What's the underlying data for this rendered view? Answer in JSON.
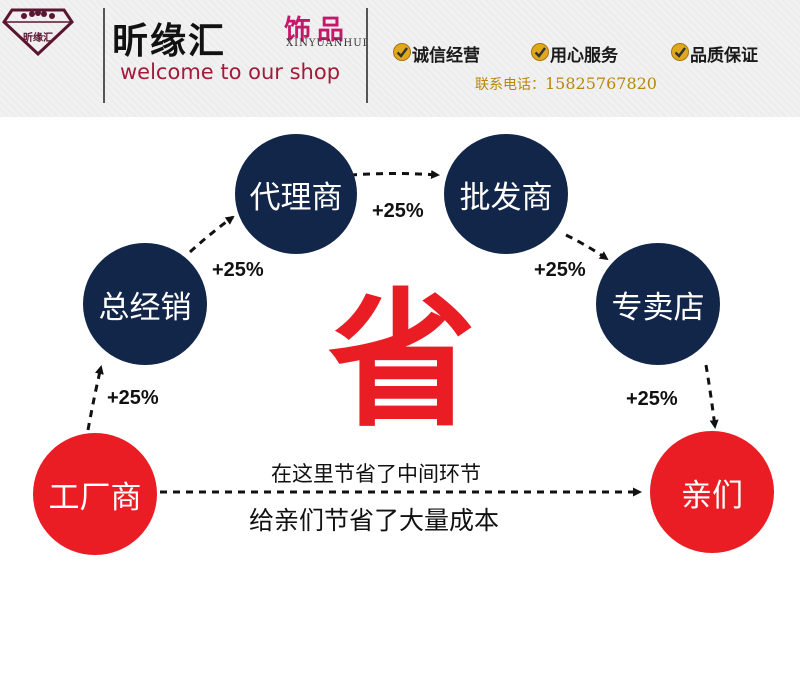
{
  "header": {
    "logo_text": "昕缘汇",
    "brand_name": "昕缘汇",
    "brand_sub_cn": "饰品",
    "brand_pinyin": "XINYUANHUI",
    "welcome": "welcome to our shop",
    "features": [
      {
        "icon": "gold-check-badge-icon",
        "label": "诚信经营"
      },
      {
        "icon": "gold-check-badge-icon",
        "label": "用心服务"
      },
      {
        "icon": "gold-check-badge-icon",
        "label": "品质保证"
      }
    ],
    "contact_label": "联系电话：",
    "contact_phone": "15825767820"
  },
  "diagram": {
    "nodes": {
      "factory": "工厂商",
      "general_distributor": "总经销",
      "agent": "代理商",
      "wholesaler": "批发商",
      "retail_store": "专卖店",
      "customers": "亲们"
    },
    "markups": [
      "+25%",
      "+25%",
      "+25%",
      "+25%",
      "+25%"
    ],
    "center_char": "省",
    "direct_line_1": "在这里节省了中间环节",
    "direct_line_2": "给亲们节省了大量成本"
  },
  "colors": {
    "navy": "#12264a",
    "red": "#ea1c24",
    "gold": "#b8860b",
    "banner_bg": "#f1f1f1"
  }
}
